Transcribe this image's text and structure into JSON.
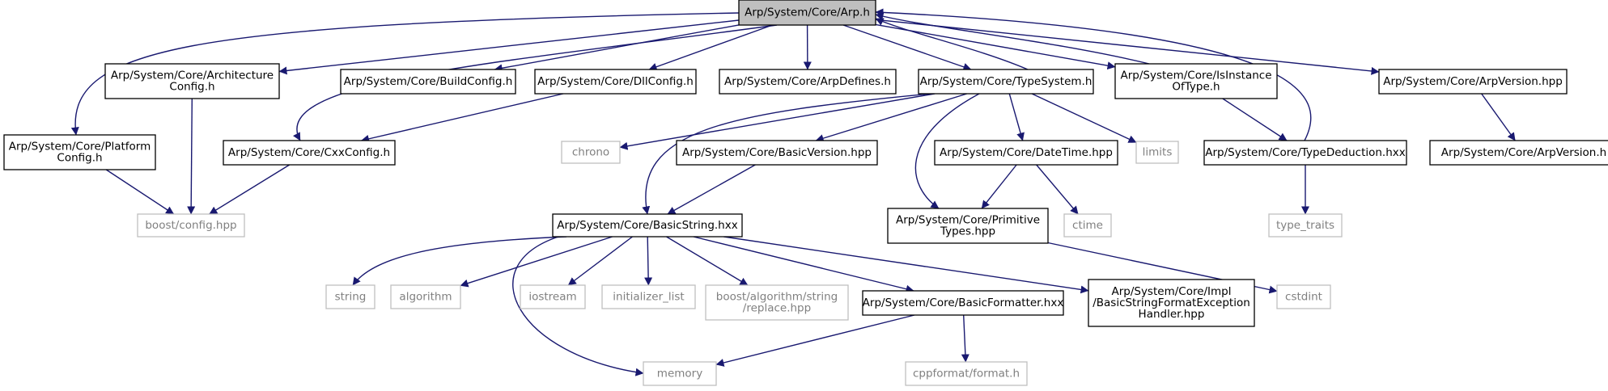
{
  "colors": {
    "edge": "#191970",
    "root_fill": "#bfbfbf",
    "external_stroke": "#bfbfbf",
    "external_text": "#808080"
  },
  "nodes": [
    {
      "id": "arp",
      "lines": [
        "Arp/System/Core/Arp.h"
      ],
      "kind": "root"
    },
    {
      "id": "platformconfig",
      "lines": [
        "Arp/System/Core/Platform",
        "Config.h"
      ],
      "kind": "file"
    },
    {
      "id": "archconfig",
      "lines": [
        "Arp/System/Core/Architecture",
        "Config.h"
      ],
      "kind": "file"
    },
    {
      "id": "buildconfig",
      "lines": [
        "Arp/System/Core/BuildConfig.h"
      ],
      "kind": "file"
    },
    {
      "id": "dllconfig",
      "lines": [
        "Arp/System/Core/DllConfig.h"
      ],
      "kind": "file"
    },
    {
      "id": "arpdefines",
      "lines": [
        "Arp/System/Core/ArpDefines.h"
      ],
      "kind": "file"
    },
    {
      "id": "typesystem",
      "lines": [
        "Arp/System/Core/TypeSystem.h"
      ],
      "kind": "file"
    },
    {
      "id": "isinstanceoftype",
      "lines": [
        "Arp/System/Core/IsInstance",
        "OfType.h"
      ],
      "kind": "file"
    },
    {
      "id": "arpversionhpp",
      "lines": [
        "Arp/System/Core/ArpVersion.hpp"
      ],
      "kind": "file"
    },
    {
      "id": "cxxconfig",
      "lines": [
        "Arp/System/Core/CxxConfig.h"
      ],
      "kind": "file"
    },
    {
      "id": "boostconfig",
      "lines": [
        "boost/config.hpp"
      ],
      "kind": "external"
    },
    {
      "id": "chrono",
      "lines": [
        "chrono"
      ],
      "kind": "external"
    },
    {
      "id": "basicversion",
      "lines": [
        "Arp/System/Core/BasicVersion.hpp"
      ],
      "kind": "file"
    },
    {
      "id": "datetime",
      "lines": [
        "Arp/System/Core/DateTime.hpp"
      ],
      "kind": "file"
    },
    {
      "id": "limits",
      "lines": [
        "limits"
      ],
      "kind": "external"
    },
    {
      "id": "typededuction",
      "lines": [
        "Arp/System/Core/TypeDeduction.hxx"
      ],
      "kind": "file"
    },
    {
      "id": "arpversionh",
      "lines": [
        "Arp/System/Core/ArpVersion.h"
      ],
      "kind": "file"
    },
    {
      "id": "basicstring",
      "lines": [
        "Arp/System/Core/BasicString.hxx"
      ],
      "kind": "file"
    },
    {
      "id": "primitivetypes",
      "lines": [
        "Arp/System/Core/Primitive",
        "Types.hpp"
      ],
      "kind": "file"
    },
    {
      "id": "ctime",
      "lines": [
        "ctime"
      ],
      "kind": "external"
    },
    {
      "id": "typetraits",
      "lines": [
        "type_traits"
      ],
      "kind": "external"
    },
    {
      "id": "string",
      "lines": [
        "string"
      ],
      "kind": "external"
    },
    {
      "id": "algorithm",
      "lines": [
        "algorithm"
      ],
      "kind": "external"
    },
    {
      "id": "iostream",
      "lines": [
        "iostream"
      ],
      "kind": "external"
    },
    {
      "id": "initializerlist",
      "lines": [
        "initializer_list"
      ],
      "kind": "external"
    },
    {
      "id": "boostreplace",
      "lines": [
        "boost/algorithm/string",
        "/replace.hpp"
      ],
      "kind": "external"
    },
    {
      "id": "basicformatter",
      "lines": [
        "Arp/System/Core/BasicFormatter.hxx"
      ],
      "kind": "file"
    },
    {
      "id": "exceptionhandler",
      "lines": [
        "Arp/System/Core/Impl",
        "/BasicStringFormatException",
        "Handler.hpp"
      ],
      "kind": "file"
    },
    {
      "id": "cstdint",
      "lines": [
        "cstdint"
      ],
      "kind": "external"
    },
    {
      "id": "memory",
      "lines": [
        "memory"
      ],
      "kind": "external"
    },
    {
      "id": "cppformat",
      "lines": [
        "cppformat/format.h"
      ],
      "kind": "external"
    }
  ],
  "edges": [
    {
      "from": "arp",
      "to": "platformconfig"
    },
    {
      "from": "arp",
      "to": "archconfig"
    },
    {
      "from": "arp",
      "to": "buildconfig"
    },
    {
      "from": "arp",
      "to": "dllconfig"
    },
    {
      "from": "arp",
      "to": "arpdefines"
    },
    {
      "from": "arp",
      "to": "typesystem"
    },
    {
      "from": "arp",
      "to": "isinstanceoftype"
    },
    {
      "from": "arp",
      "to": "arpversionhpp"
    },
    {
      "from": "arp",
      "to": "cxxconfig"
    },
    {
      "from": "platformconfig",
      "to": "boostconfig"
    },
    {
      "from": "archconfig",
      "to": "boostconfig"
    },
    {
      "from": "cxxconfig",
      "to": "boostconfig"
    },
    {
      "from": "dllconfig",
      "to": "cxxconfig"
    },
    {
      "from": "typesystem",
      "to": "arp"
    },
    {
      "from": "typesystem",
      "to": "chrono"
    },
    {
      "from": "typesystem",
      "to": "basicstring"
    },
    {
      "from": "typesystem",
      "to": "basicversion"
    },
    {
      "from": "typesystem",
      "to": "primitivetypes"
    },
    {
      "from": "typesystem",
      "to": "datetime"
    },
    {
      "from": "typesystem",
      "to": "limits"
    },
    {
      "from": "isinstanceoftype",
      "to": "arp"
    },
    {
      "from": "isinstanceoftype",
      "to": "typededuction"
    },
    {
      "from": "typededuction",
      "to": "arp"
    },
    {
      "from": "typededuction",
      "to": "typetraits"
    },
    {
      "from": "arpversionhpp",
      "to": "arpversionh"
    },
    {
      "from": "basicversion",
      "to": "basicstring"
    },
    {
      "from": "datetime",
      "to": "primitivetypes"
    },
    {
      "from": "datetime",
      "to": "ctime"
    },
    {
      "from": "primitivetypes",
      "to": "cstdint"
    },
    {
      "from": "basicstring",
      "to": "string"
    },
    {
      "from": "basicstring",
      "to": "algorithm"
    },
    {
      "from": "basicstring",
      "to": "iostream"
    },
    {
      "from": "basicstring",
      "to": "initializerlist"
    },
    {
      "from": "basicstring",
      "to": "boostreplace"
    },
    {
      "from": "basicstring",
      "to": "basicformatter"
    },
    {
      "from": "basicstring",
      "to": "exceptionhandler"
    },
    {
      "from": "basicstring",
      "to": "memory"
    },
    {
      "from": "basicformatter",
      "to": "memory"
    },
    {
      "from": "basicformatter",
      "to": "cppformat"
    }
  ]
}
